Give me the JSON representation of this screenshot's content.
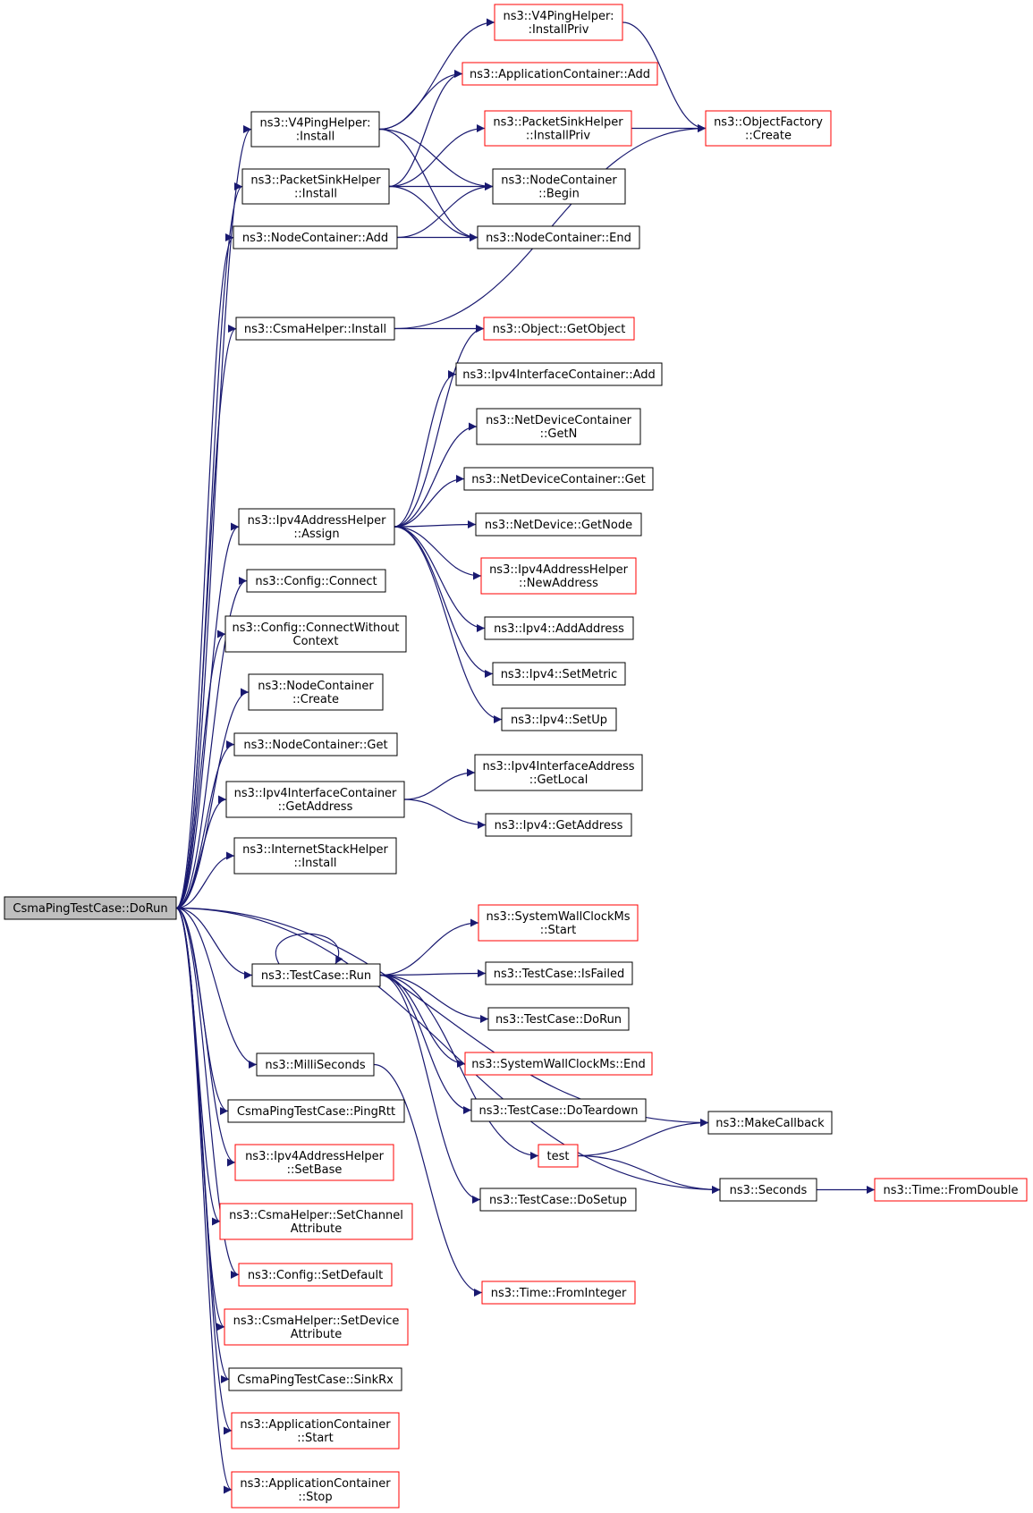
{
  "colors": {
    "edge": "#191970",
    "border_normal": "#000000",
    "border_truncated": "#ff0000",
    "root_fill": "#bfbfbf",
    "node_fill": "#ffffff"
  },
  "graph": {
    "root": {
      "lines": [
        "CsmaPingTestCase::DoRun"
      ]
    },
    "nodes": [
      {
        "id": "v4ping_installpriv",
        "lines": [
          "ns3::V4PingHelper:",
          ":InstallPriv"
        ],
        "truncated": true
      },
      {
        "id": "appcontainer_add",
        "lines": [
          "ns3::ApplicationContainer::Add"
        ],
        "truncated": true
      },
      {
        "id": "v4ping_install",
        "lines": [
          "ns3::V4PingHelper:",
          ":Install"
        ],
        "truncated": false
      },
      {
        "id": "packetsink_installpriv",
        "lines": [
          "ns3::PacketSinkHelper",
          "::InstallPriv"
        ],
        "truncated": true
      },
      {
        "id": "objectfactory_create",
        "lines": [
          "ns3::ObjectFactory",
          "::Create"
        ],
        "truncated": true
      },
      {
        "id": "packetsink_install",
        "lines": [
          "ns3::PacketSinkHelper",
          "::Install"
        ],
        "truncated": false
      },
      {
        "id": "nodecontainer_begin",
        "lines": [
          "ns3::NodeContainer",
          "::Begin"
        ],
        "truncated": false
      },
      {
        "id": "nodecontainer_add",
        "lines": [
          "ns3::NodeContainer::Add"
        ],
        "truncated": false
      },
      {
        "id": "nodecontainer_end",
        "lines": [
          "ns3::NodeContainer::End"
        ],
        "truncated": false
      },
      {
        "id": "csmahelper_install",
        "lines": [
          "ns3::CsmaHelper::Install"
        ],
        "truncated": false
      },
      {
        "id": "object_getobject",
        "lines": [
          "ns3::Object::GetObject"
        ],
        "truncated": true
      },
      {
        "id": "ipv4ifcontainer_add",
        "lines": [
          "ns3::Ipv4InterfaceContainer::Add"
        ],
        "truncated": false
      },
      {
        "id": "netdevcontainer_getn",
        "lines": [
          "ns3::NetDeviceContainer",
          "::GetN"
        ],
        "truncated": false
      },
      {
        "id": "netdevcontainer_get",
        "lines": [
          "ns3::NetDeviceContainer::Get"
        ],
        "truncated": false
      },
      {
        "id": "ipv4addrhelper_assign",
        "lines": [
          "ns3::Ipv4AddressHelper",
          "::Assign"
        ],
        "truncated": false
      },
      {
        "id": "netdevice_getnode",
        "lines": [
          "ns3::NetDevice::GetNode"
        ],
        "truncated": false
      },
      {
        "id": "ipv4addrhelper_newaddress",
        "lines": [
          "ns3::Ipv4AddressHelper",
          "::NewAddress"
        ],
        "truncated": true
      },
      {
        "id": "config_connect",
        "lines": [
          "ns3::Config::Connect"
        ],
        "truncated": false
      },
      {
        "id": "config_connectwithoutcontext",
        "lines": [
          "ns3::Config::ConnectWithout",
          "Context"
        ],
        "truncated": false
      },
      {
        "id": "ipv4_addaddress",
        "lines": [
          "ns3::Ipv4::AddAddress"
        ],
        "truncated": false
      },
      {
        "id": "ipv4_setmetric",
        "lines": [
          "ns3::Ipv4::SetMetric"
        ],
        "truncated": false
      },
      {
        "id": "nodecontainer_create",
        "lines": [
          "ns3::NodeContainer",
          "::Create"
        ],
        "truncated": false
      },
      {
        "id": "ipv4_setup",
        "lines": [
          "ns3::Ipv4::SetUp"
        ],
        "truncated": false
      },
      {
        "id": "nodecontainer_get",
        "lines": [
          "ns3::NodeContainer::Get"
        ],
        "truncated": false
      },
      {
        "id": "ipv4ifaddress_getlocal",
        "lines": [
          "ns3::Ipv4InterfaceAddress",
          "::GetLocal"
        ],
        "truncated": false
      },
      {
        "id": "ipv4ifcontainer_getaddress",
        "lines": [
          "ns3::Ipv4InterfaceContainer",
          "::GetAddress"
        ],
        "truncated": false
      },
      {
        "id": "ipv4_getaddress",
        "lines": [
          "ns3::Ipv4::GetAddress"
        ],
        "truncated": false
      },
      {
        "id": "internetstack_install",
        "lines": [
          "ns3::InternetStackHelper",
          "::Install"
        ],
        "truncated": false
      },
      {
        "id": "systemwallclock_start",
        "lines": [
          "ns3::SystemWallClockMs",
          "::Start"
        ],
        "truncated": true
      },
      {
        "id": "testcase_run",
        "lines": [
          "ns3::TestCase::Run"
        ],
        "truncated": false
      },
      {
        "id": "testcase_isfailed",
        "lines": [
          "ns3::TestCase::IsFailed"
        ],
        "truncated": false
      },
      {
        "id": "testcase_dorun",
        "lines": [
          "ns3::TestCase::DoRun"
        ],
        "truncated": false
      },
      {
        "id": "millisec",
        "lines": [
          "ns3::MilliSeconds"
        ],
        "truncated": false
      },
      {
        "id": "systemwallclock_end",
        "lines": [
          "ns3::SystemWallClockMs::End"
        ],
        "truncated": true
      },
      {
        "id": "pingrtt",
        "lines": [
          "CsmaPingTestCase::PingRtt"
        ],
        "truncated": false
      },
      {
        "id": "testcase_doteardown",
        "lines": [
          "ns3::TestCase::DoTeardown"
        ],
        "truncated": false
      },
      {
        "id": "makecallback",
        "lines": [
          "ns3::MakeCallback"
        ],
        "truncated": false
      },
      {
        "id": "ipv4addrhelper_setbase",
        "lines": [
          "ns3::Ipv4AddressHelper",
          "::SetBase"
        ],
        "truncated": true
      },
      {
        "id": "test",
        "lines": [
          "test"
        ],
        "truncated": true
      },
      {
        "id": "seconds",
        "lines": [
          "ns3::Seconds"
        ],
        "truncated": false
      },
      {
        "id": "time_fromdouble",
        "lines": [
          "ns3::Time::FromDouble"
        ],
        "truncated": true
      },
      {
        "id": "testcase_dosetup",
        "lines": [
          "ns3::TestCase::DoSetup"
        ],
        "truncated": false
      },
      {
        "id": "csmahelper_setchannelattr",
        "lines": [
          "ns3::CsmaHelper::SetChannel",
          "Attribute"
        ],
        "truncated": true
      },
      {
        "id": "config_setdefault",
        "lines": [
          "ns3::Config::SetDefault"
        ],
        "truncated": true
      },
      {
        "id": "time_frominteger",
        "lines": [
          "ns3::Time::FromInteger"
        ],
        "truncated": true
      },
      {
        "id": "csmahelper_setdeviceattr",
        "lines": [
          "ns3::CsmaHelper::SetDevice",
          "Attribute"
        ],
        "truncated": true
      },
      {
        "id": "sinkrx",
        "lines": [
          "CsmaPingTestCase::SinkRx"
        ],
        "truncated": false
      },
      {
        "id": "appcontainer_start",
        "lines": [
          "ns3::ApplicationContainer",
          "::Start"
        ],
        "truncated": true
      },
      {
        "id": "appcontainer_stop",
        "lines": [
          "ns3::ApplicationContainer",
          "::Stop"
        ],
        "truncated": true
      }
    ],
    "edges": [
      [
        "root",
        "v4ping_install"
      ],
      [
        "root",
        "packetsink_install"
      ],
      [
        "root",
        "nodecontainer_add"
      ],
      [
        "root",
        "csmahelper_install"
      ],
      [
        "root",
        "ipv4addrhelper_assign"
      ],
      [
        "root",
        "config_connect"
      ],
      [
        "root",
        "config_connectwithoutcontext"
      ],
      [
        "root",
        "nodecontainer_create"
      ],
      [
        "root",
        "nodecontainer_get"
      ],
      [
        "root",
        "ipv4ifcontainer_getaddress"
      ],
      [
        "root",
        "internetstack_install"
      ],
      [
        "root",
        "makecallback"
      ],
      [
        "root",
        "testcase_run"
      ],
      [
        "root",
        "millisec"
      ],
      [
        "root",
        "seconds"
      ],
      [
        "root",
        "pingrtt"
      ],
      [
        "root",
        "ipv4addrhelper_setbase"
      ],
      [
        "root",
        "csmahelper_setchannelattr"
      ],
      [
        "root",
        "config_setdefault"
      ],
      [
        "root",
        "csmahelper_setdeviceattr"
      ],
      [
        "root",
        "sinkrx"
      ],
      [
        "root",
        "appcontainer_start"
      ],
      [
        "root",
        "appcontainer_stop"
      ],
      [
        "v4ping_install",
        "v4ping_installpriv"
      ],
      [
        "v4ping_install",
        "appcontainer_add"
      ],
      [
        "v4ping_install",
        "nodecontainer_begin"
      ],
      [
        "v4ping_install",
        "nodecontainer_end"
      ],
      [
        "v4ping_installpriv",
        "objectfactory_create"
      ],
      [
        "packetsink_install",
        "appcontainer_add"
      ],
      [
        "packetsink_install",
        "packetsink_installpriv"
      ],
      [
        "packetsink_install",
        "nodecontainer_begin"
      ],
      [
        "packetsink_install",
        "nodecontainer_end"
      ],
      [
        "packetsink_installpriv",
        "objectfactory_create"
      ],
      [
        "nodecontainer_add",
        "nodecontainer_begin"
      ],
      [
        "nodecontainer_add",
        "nodecontainer_end"
      ],
      [
        "csmahelper_install",
        "objectfactory_create"
      ],
      [
        "csmahelper_install",
        "object_getobject"
      ],
      [
        "ipv4addrhelper_assign",
        "object_getobject"
      ],
      [
        "ipv4addrhelper_assign",
        "ipv4ifcontainer_add"
      ],
      [
        "ipv4addrhelper_assign",
        "netdevcontainer_getn"
      ],
      [
        "ipv4addrhelper_assign",
        "netdevcontainer_get"
      ],
      [
        "ipv4addrhelper_assign",
        "netdevice_getnode"
      ],
      [
        "ipv4addrhelper_assign",
        "ipv4addrhelper_newaddress"
      ],
      [
        "ipv4addrhelper_assign",
        "ipv4_addaddress"
      ],
      [
        "ipv4addrhelper_assign",
        "ipv4_setmetric"
      ],
      [
        "ipv4addrhelper_assign",
        "ipv4_setup"
      ],
      [
        "ipv4ifcontainer_getaddress",
        "ipv4ifaddress_getlocal"
      ],
      [
        "ipv4ifcontainer_getaddress",
        "ipv4_getaddress"
      ],
      [
        "testcase_run",
        "testcase_run"
      ],
      [
        "testcase_run",
        "systemwallclock_start"
      ],
      [
        "testcase_run",
        "testcase_isfailed"
      ],
      [
        "testcase_run",
        "testcase_dorun"
      ],
      [
        "testcase_run",
        "systemwallclock_end"
      ],
      [
        "testcase_run",
        "testcase_doteardown"
      ],
      [
        "testcase_run",
        "test"
      ],
      [
        "testcase_run",
        "testcase_dosetup"
      ],
      [
        "test",
        "makecallback"
      ],
      [
        "test",
        "seconds"
      ],
      [
        "seconds",
        "time_fromdouble"
      ],
      [
        "millisec",
        "time_frominteger"
      ]
    ]
  }
}
